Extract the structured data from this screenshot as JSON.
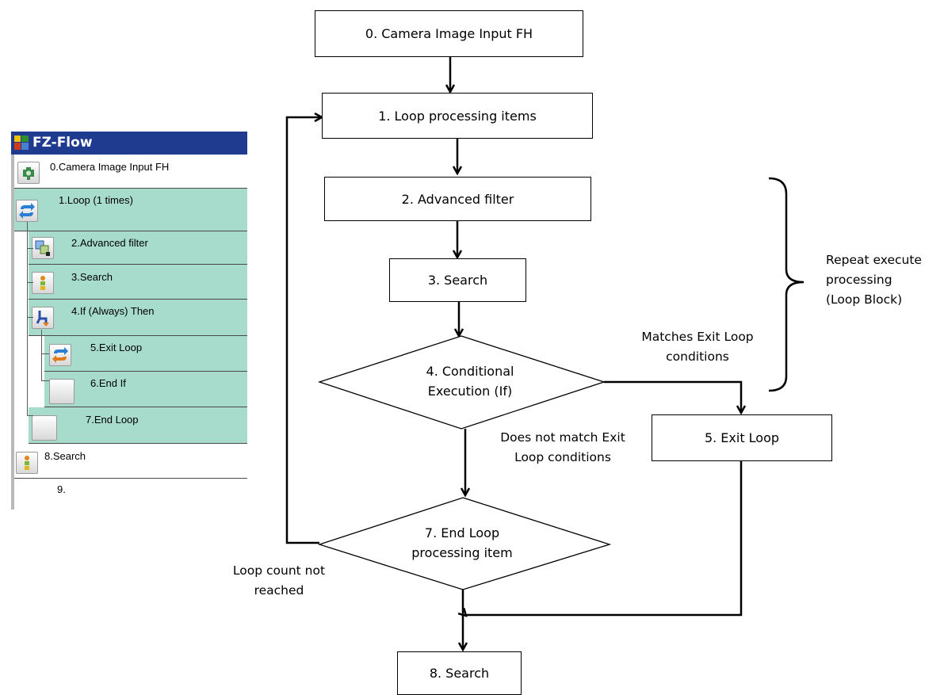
{
  "panel": {
    "title": "FZ-Flow",
    "rows": [
      {
        "label": "0.Camera Image Input FH",
        "icon": "camera-icon"
      },
      {
        "label": "1.Loop (1 times)",
        "icon": "loop-icon"
      },
      {
        "label": "2.Advanced filter",
        "icon": "filter-icon"
      },
      {
        "label": "3.Search",
        "icon": "search-figure-icon"
      },
      {
        "label": "4.If (Always) Then",
        "icon": "branch-icon"
      },
      {
        "label": "5.Exit Loop",
        "icon": "exit-loop-icon"
      },
      {
        "label": "6.End If",
        "icon": "blank-icon"
      },
      {
        "label": "7.End Loop",
        "icon": "blank-icon"
      },
      {
        "label": "8.Search",
        "icon": "search-figure-icon"
      },
      {
        "label": "9.",
        "icon": ""
      }
    ],
    "colors": {
      "title_bar": "#1f3b8f",
      "loop_rows": "#a7dccd"
    }
  },
  "flow": {
    "box0": "0. Camera Image Input FH",
    "box1": "1. Loop processing items",
    "box2": "2. Advanced filter",
    "box3": "3. Search",
    "diamond4_line1": "4. Conditional",
    "diamond4_line2": "Execution (If)",
    "box5": "5. Exit Loop",
    "diamond7_line1": "7. End Loop",
    "diamond7_line2": "processing item",
    "box8": "8. Search",
    "note_match_line1": "Matches Exit Loop",
    "note_match_line2": "conditions",
    "note_nomatch_line1": "Does not match Exit",
    "note_nomatch_line2": "Loop conditions",
    "note_loopcount_line1": "Loop count not",
    "note_loopcount_line2": "reached",
    "note_repeat_line1": "Repeat execute",
    "note_repeat_line2": "processing",
    "note_repeat_line3": "(Loop Block)"
  }
}
